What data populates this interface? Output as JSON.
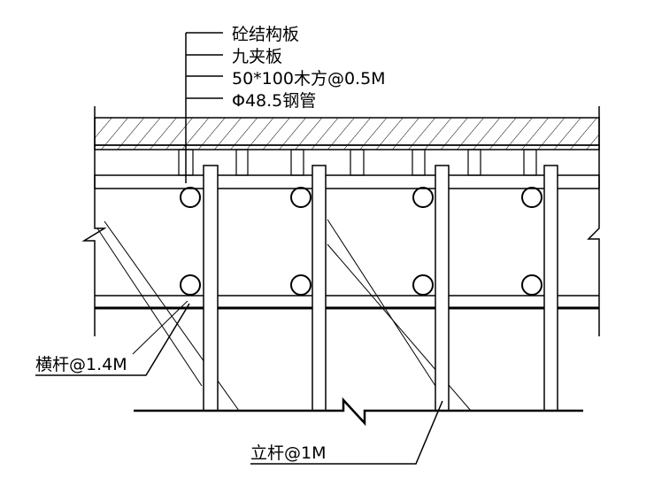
{
  "labels": {
    "slab": "砼结构板",
    "plywood": "九夹板",
    "timber": "50*100木方@0.5M",
    "pipe": "Φ48.5钢管",
    "ledger": "横杆@1.4M",
    "post": "立杆@1M"
  },
  "colors": {
    "line": "#000000",
    "background": "#ffffff"
  }
}
